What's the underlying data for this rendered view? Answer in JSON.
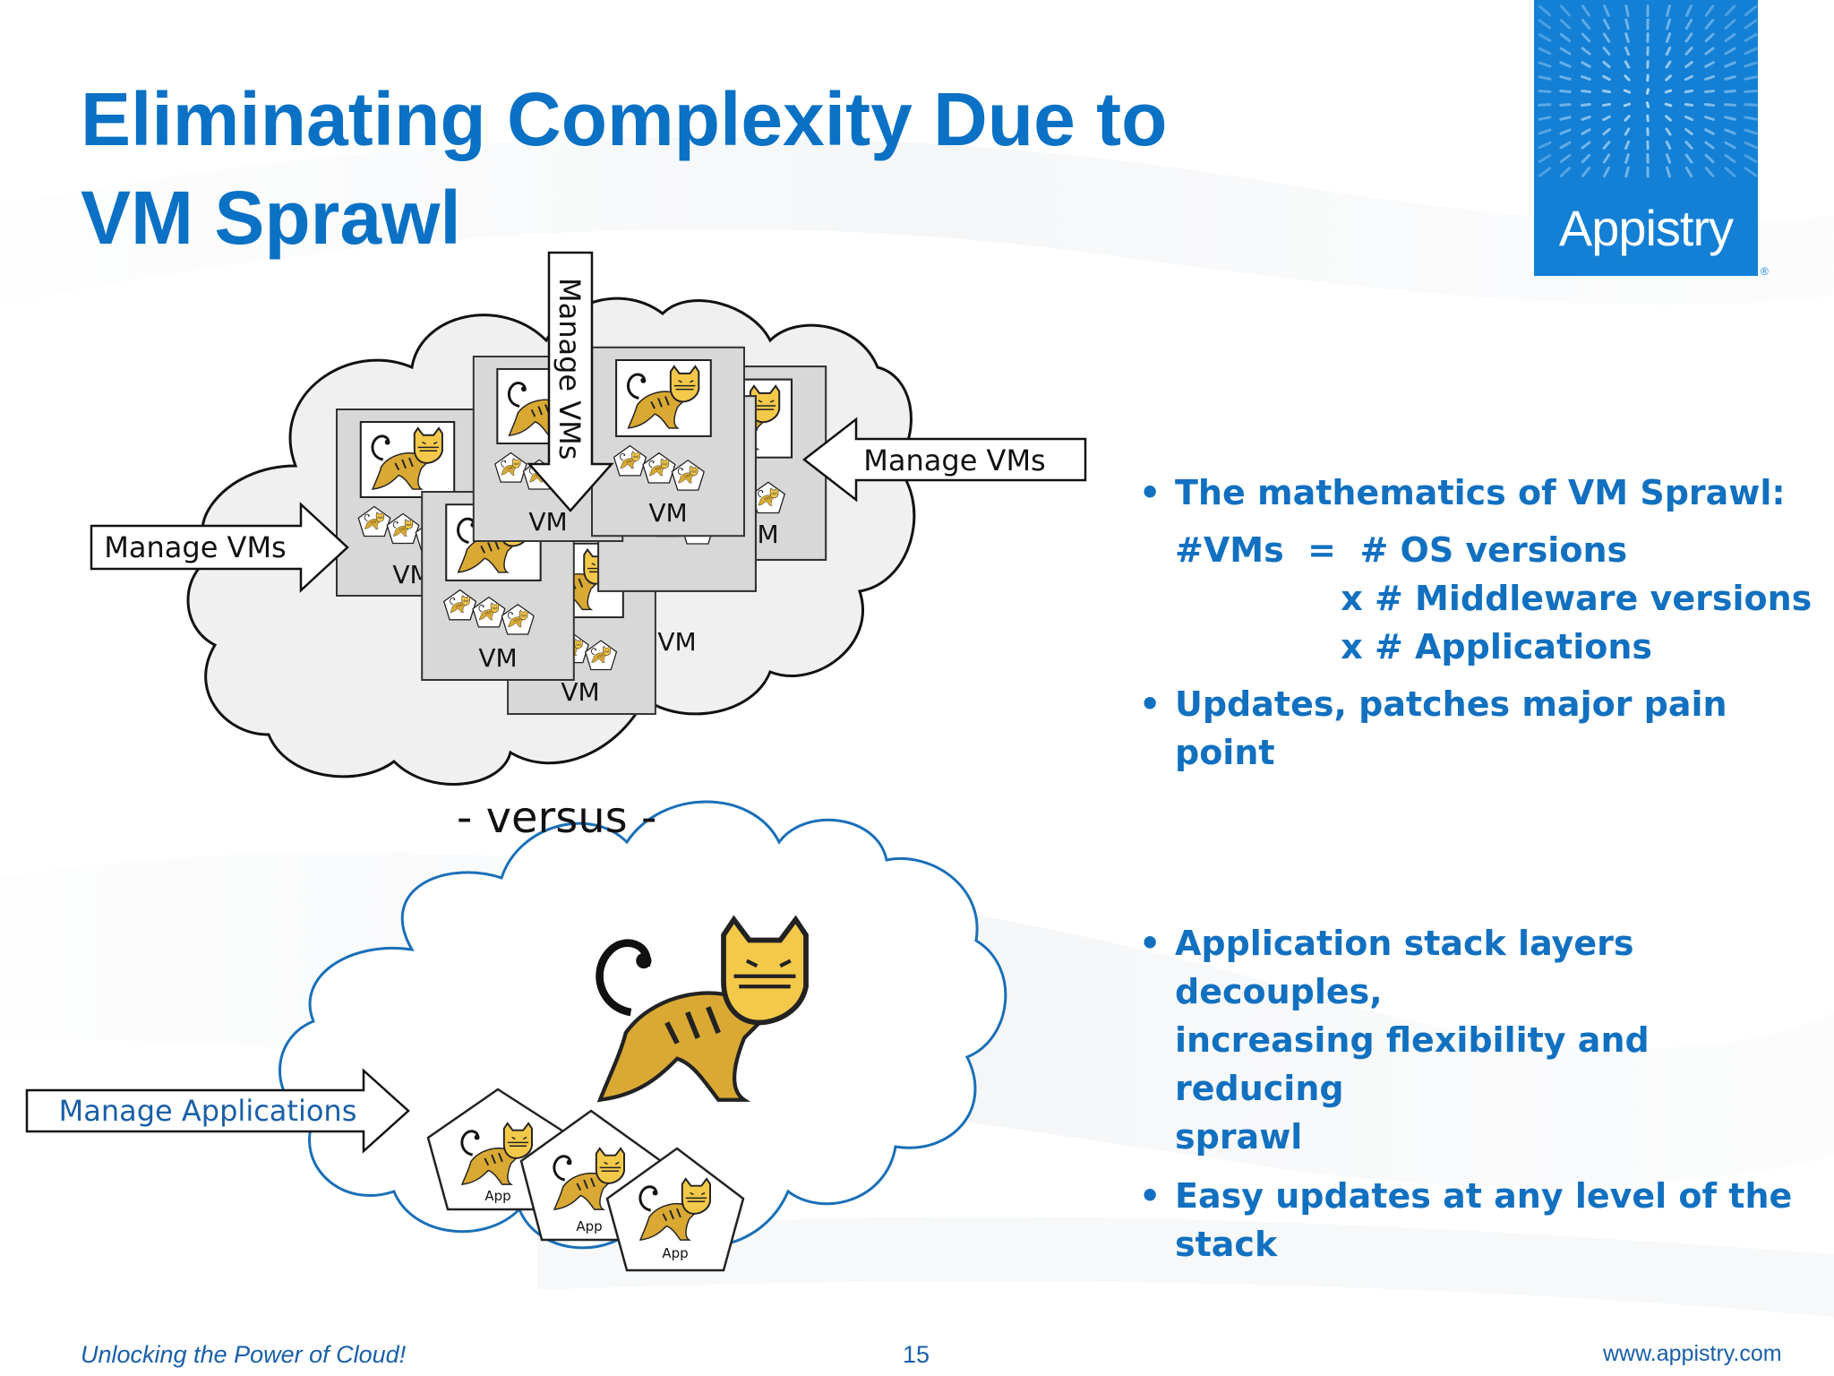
{
  "slide": {
    "title_lines": [
      "Eliminating Complexity Due to",
      "VM Sprawl"
    ],
    "logo": {
      "text": "Appistry",
      "reg": "®",
      "color": "#1380d6"
    },
    "diagram_top": {
      "vm_label": "VM",
      "vm_labels": [
        "VM",
        "VM",
        "VM",
        "VM",
        "VM",
        "VM",
        "VM",
        "VM",
        "VM"
      ],
      "arrow_left": "Manage VMs",
      "arrow_top": "Manage VMs",
      "arrow_right": "Manage VMs"
    },
    "versus": "- versus -",
    "diagram_bottom": {
      "arrow_label": "Manage Applications",
      "app_labels": [
        "App",
        "App",
        "App"
      ],
      "cloud_color": "#1a6fb8"
    },
    "bullets_top": {
      "bullet_char": "•",
      "item1": "The mathematics of VM Sprawl:",
      "formula": [
        "#VMs  =  # OS versions",
        "              x # Middleware versions",
        "              x # Applications"
      ],
      "item2": "Updates, patches major pain point"
    },
    "bullets_bottom": {
      "bullet_char": "•",
      "item1_lines": [
        "Application stack layers decouples,",
        "increasing flexibility and reducing",
        "sprawl"
      ],
      "item2": "Easy updates at any level of the stack"
    },
    "footer": {
      "left": "Unlocking the Power of Cloud!",
      "page": "15",
      "right": "www.appistry.com"
    },
    "colors": {
      "title": "#0a71c5",
      "bullet_text": "#1270c0",
      "footer": "#1a5fa8"
    }
  }
}
